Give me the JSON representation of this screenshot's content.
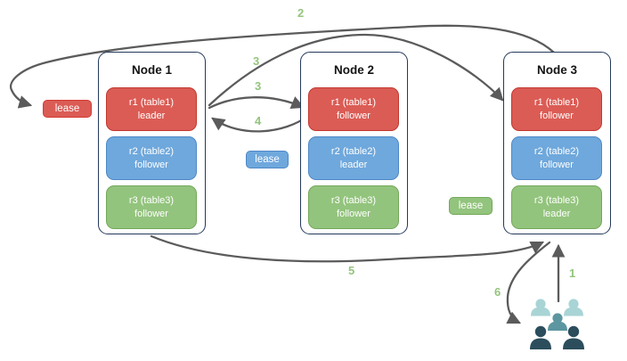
{
  "palette": {
    "red": "#db5c55",
    "red_border": "#c2382f",
    "blue": "#6fa8dc",
    "blue_border": "#4f88c7",
    "green": "#93c47d",
    "green_border": "#74a85a",
    "node_border": "#24395b",
    "node_title_color": "#141414",
    "arrow": "#5b5b5b",
    "number_label": "#93c47d",
    "background": "#ffffff"
  },
  "nodes": [
    {
      "title": "Node 1",
      "replicas": [
        {
          "name": "r1 (table1)",
          "role": "leader",
          "color": "red"
        },
        {
          "name": "r2 (table2)",
          "role": "follower",
          "color": "blue"
        },
        {
          "name": "r3 (table3)",
          "role": "follower",
          "color": "green"
        }
      ]
    },
    {
      "title": "Node 2",
      "replicas": [
        {
          "name": "r1 (table1)",
          "role": "follower",
          "color": "red"
        },
        {
          "name": "r2 (table2)",
          "role": "leader",
          "color": "blue"
        },
        {
          "name": "r3 (table3)",
          "role": "follower",
          "color": "green"
        }
      ]
    },
    {
      "title": "Node 3",
      "replicas": [
        {
          "name": "r1 (table1)",
          "role": "follower",
          "color": "red"
        },
        {
          "name": "r2 (table2)",
          "role": "follower",
          "color": "blue"
        },
        {
          "name": "r3 (table3)",
          "role": "leader",
          "color": "green"
        }
      ]
    }
  ],
  "leases": [
    {
      "label": "lease",
      "color": "red"
    },
    {
      "label": "lease",
      "color": "blue"
    },
    {
      "label": "lease",
      "color": "green"
    }
  ],
  "arrows": {
    "a1": {
      "label": "1",
      "from": "users",
      "to": "node3-r3-leader"
    },
    "a2": {
      "label": "2",
      "from": "node3",
      "to": "lease-red"
    },
    "a3a": {
      "label": "3",
      "from": "node1-r1-leader",
      "to": "node3-r1-follower"
    },
    "a3b": {
      "label": "3",
      "from": "node1-r1-leader",
      "to": "node2-r1-follower"
    },
    "a4": {
      "label": "4",
      "from": "node2-r1-follower",
      "to": "node1-r1-leader"
    },
    "a5": {
      "label": "5",
      "from": "node1",
      "to": "node3-r3-leader"
    },
    "a6": {
      "label": "6",
      "from": "node3-r3-leader",
      "to": "users"
    }
  },
  "users": {
    "colors": {
      "light": "#a9d4d6",
      "mid": "#5c96a0",
      "dark": "#2b4d5c"
    }
  }
}
